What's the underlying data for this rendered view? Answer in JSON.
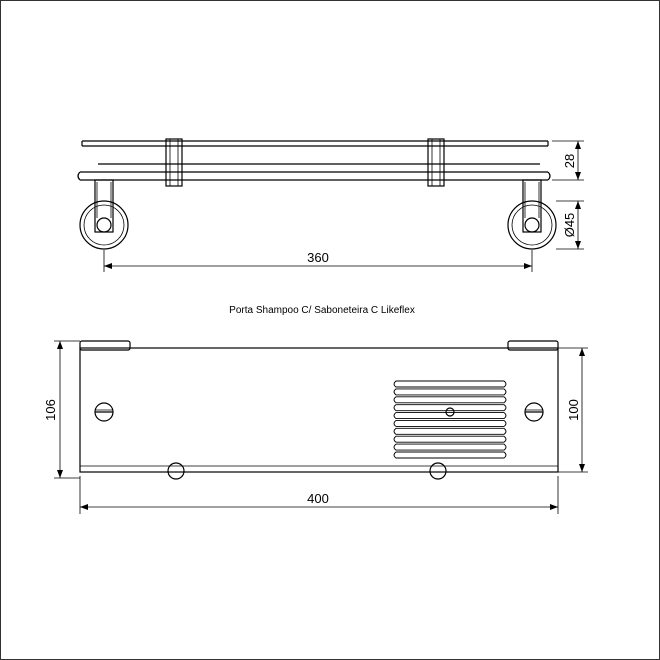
{
  "caption": "Porta Shampoo  C/ Saboneteira C Likeflex",
  "dimensions": {
    "top_width": "360",
    "side_height": "28",
    "diameter": "Ø45",
    "bottom_width": "400",
    "left_height": "106",
    "right_height": "100"
  }
}
